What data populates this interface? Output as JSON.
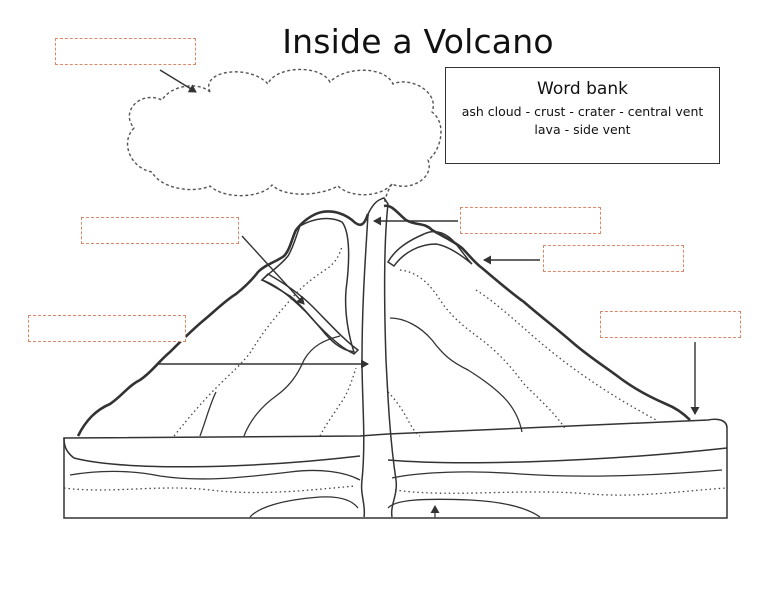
{
  "title": "Inside a Volcano",
  "word_bank": {
    "title": "Word bank",
    "line1": "ash cloud - crust - crater - central vent",
    "line2": "lava - side vent"
  },
  "label_boxes": [
    {
      "id": "ash-cloud-label",
      "value": ""
    },
    {
      "id": "crater-label",
      "value": ""
    },
    {
      "id": "side-vent-label",
      "value": ""
    },
    {
      "id": "lava-label",
      "value": ""
    },
    {
      "id": "central-vent-label",
      "value": ""
    },
    {
      "id": "crust-label",
      "value": ""
    }
  ],
  "colors": {
    "ink": "#333333",
    "label_border": "#d9896a"
  }
}
